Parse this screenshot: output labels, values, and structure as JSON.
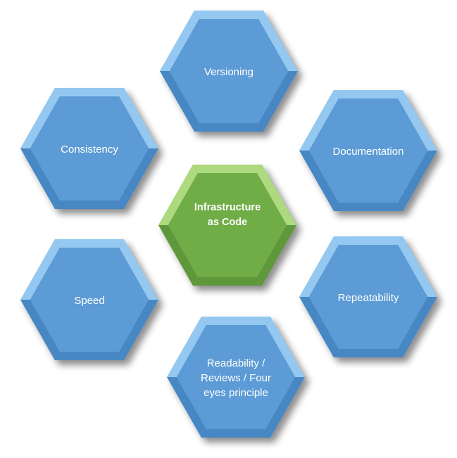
{
  "center": {
    "label": "Infrastructure as Code",
    "label_lines": [
      "Infrastructure",
      "as Code"
    ]
  },
  "nodes": [
    {
      "id": "versioning",
      "lines": [
        "Versioning"
      ]
    },
    {
      "id": "consistency",
      "lines": [
        "Consistency"
      ]
    },
    {
      "id": "documentation",
      "lines": [
        "Documentation"
      ]
    },
    {
      "id": "speed",
      "lines": [
        "Speed"
      ]
    },
    {
      "id": "repeatability",
      "lines": [
        "Repeatability"
      ]
    },
    {
      "id": "readability",
      "lines": [
        "Readability /",
        "Reviews / Four",
        "eyes principle"
      ]
    }
  ],
  "colors": {
    "blue_face": "#5b9bd5",
    "blue_edge_light": "#9fd0f5",
    "blue_edge_dark": "#2f6fae",
    "green_face": "#70ad47",
    "green_edge_light": "#b7e08a",
    "green_edge_dark": "#4a7d2a",
    "label_text": "#ffffff"
  }
}
